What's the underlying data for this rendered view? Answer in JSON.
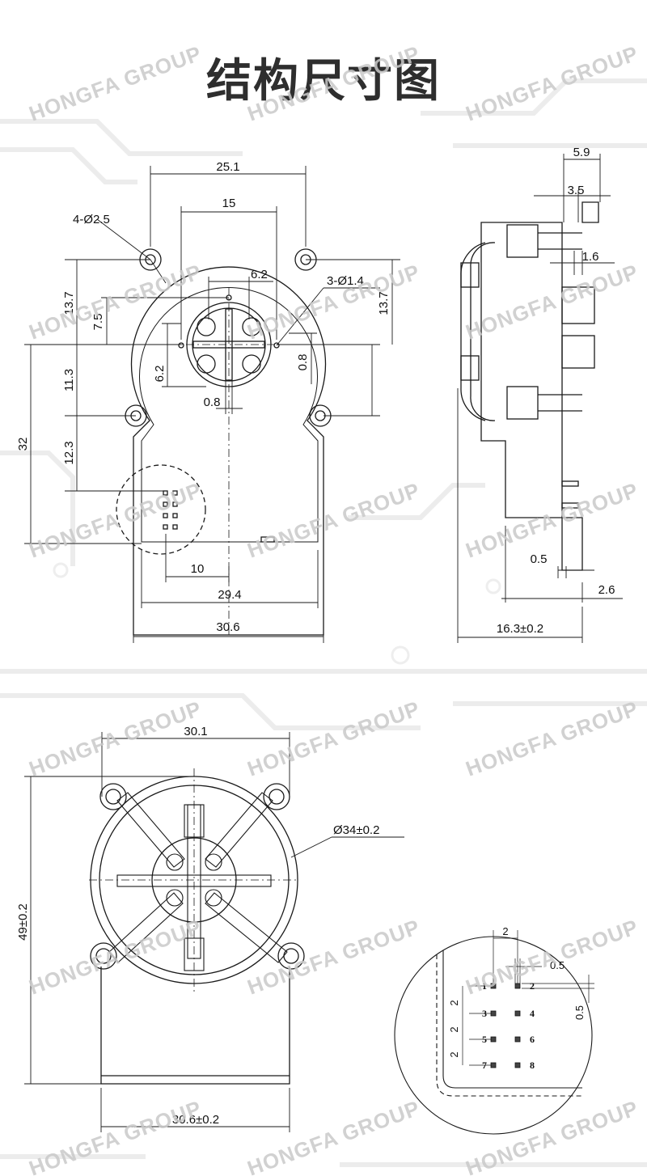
{
  "title": "结构尺寸图",
  "watermark": "HONGFA GROUP",
  "colors": {
    "line": "#1a1a1a",
    "background_pattern": "#e8e8e8",
    "watermark": "#c9c9c9",
    "title": "#2e2e2e"
  },
  "view_front": {
    "dims": {
      "d25_1": "25.1",
      "d15": "15",
      "d4_holes": "4-Ø2.5",
      "d6_2_top": "6.2",
      "d3_holes": "3-Ø1.4",
      "d13_7_left": "13.7",
      "d7_5": "7.5",
      "d13_7_right": "13.7",
      "d6_2_left": "6.2",
      "d0_8_right": "0.8",
      "d0_8_bottom": "0.8",
      "d11_3": "11.3",
      "d12_3": "12.3",
      "d32": "32",
      "d10": "10",
      "d29_4": "29.4",
      "d30_6": "30.6"
    }
  },
  "view_side": {
    "dims": {
      "d5_9": "5.9",
      "d3_5": "3.5",
      "d1_6": "1.6",
      "d0_5": "0.5",
      "d2_6": "2.6",
      "d16_3": "16.3±0.2"
    }
  },
  "view_back": {
    "dims": {
      "d30_1": "30.1",
      "d34": "Ø34±0.2",
      "d49": "49±0.2",
      "d30_6": "30.6±0.2"
    }
  },
  "view_detail": {
    "dims": {
      "pitch_h": "2",
      "pad_h": "0.5",
      "pad_v": "0.5",
      "pitch_v1": "2",
      "pitch_v2": "2",
      "pitch_v3": "2"
    },
    "pins": [
      "1",
      "2",
      "3",
      "4",
      "5",
      "6",
      "7",
      "8"
    ]
  }
}
